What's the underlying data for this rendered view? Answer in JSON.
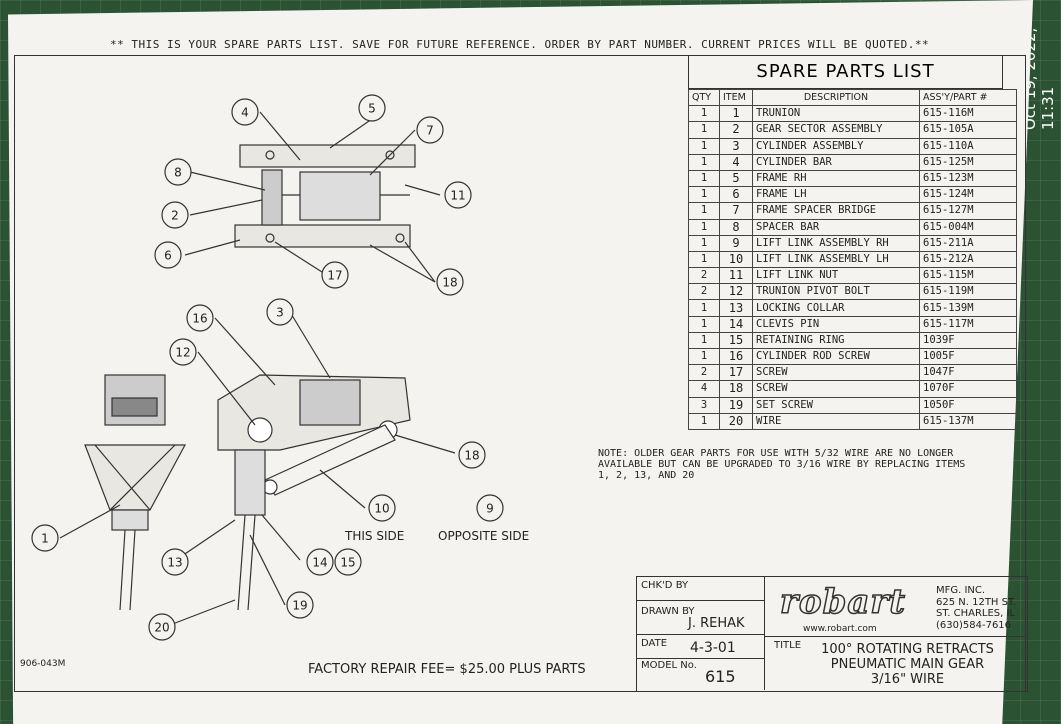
{
  "photo": {
    "timestamp": "Oct 19, 2022, 11:31"
  },
  "header": {
    "notice": "** THIS IS YOUR SPARE PARTS LIST. SAVE FOR FUTURE REFERENCE. ORDER BY PART NUMBER. CURRENT PRICES WILL BE QUOTED.**"
  },
  "parts_list": {
    "title": "SPARE PARTS LIST",
    "columns": [
      "QTY",
      "ITEM",
      "DESCRIPTION",
      "ASS'Y/PART #"
    ],
    "rows": [
      [
        "1",
        "1",
        "TRUNION",
        "615-116M"
      ],
      [
        "1",
        "2",
        "GEAR SECTOR ASSEMBLY",
        "615-105A"
      ],
      [
        "1",
        "3",
        "CYLINDER ASSEMBLY",
        "615-110A"
      ],
      [
        "1",
        "4",
        "CYLINDER BAR",
        "615-125M"
      ],
      [
        "1",
        "5",
        "FRAME RH",
        "615-123M"
      ],
      [
        "1",
        "6",
        "FRAME LH",
        "615-124M"
      ],
      [
        "1",
        "7",
        "FRAME SPACER BRIDGE",
        "615-127M"
      ],
      [
        "1",
        "8",
        "SPACER BAR",
        "615-004M"
      ],
      [
        "1",
        "9",
        "LIFT LINK ASSEMBLY RH",
        "615-211A"
      ],
      [
        "1",
        "10",
        "LIFT LINK ASSEMBLY LH",
        "615-212A"
      ],
      [
        "2",
        "11",
        "LIFT LINK NUT",
        "615-115M"
      ],
      [
        "2",
        "12",
        "TRUNION PIVOT BOLT",
        "615-119M"
      ],
      [
        "1",
        "13",
        "LOCKING COLLAR",
        "615-139M"
      ],
      [
        "1",
        "14",
        "CLEVIS PIN",
        "615-117M"
      ],
      [
        "1",
        "15",
        "RETAINING RING",
        "1039F"
      ],
      [
        "1",
        "16",
        "CYLINDER ROD SCREW",
        "1005F"
      ],
      [
        "2",
        "17",
        "SCREW",
        "1047F"
      ],
      [
        "4",
        "18",
        "SCREW",
        "1070F"
      ],
      [
        "3",
        "19",
        "SET SCREW",
        "1050F"
      ],
      [
        "1",
        "20",
        "WIRE",
        "615-137M"
      ]
    ]
  },
  "note": {
    "line1": "NOTE: OLDER GEAR PARTS FOR USE WITH 5/32 WIRE ARE NO LONGER",
    "line2": "AVAILABLE BUT CAN BE UPGRADED TO 3/16 WIRE BY REPLACING ITEMS",
    "line3": "1, 2, 13, AND 20"
  },
  "drawing": {
    "callouts": [
      "1",
      "2",
      "3",
      "4",
      "5",
      "6",
      "7",
      "8",
      "9",
      "10",
      "11",
      "12",
      "13",
      "14",
      "15",
      "16",
      "17",
      "18",
      "18",
      "19",
      "20"
    ],
    "this_side": "THIS SIDE",
    "opposite_side": "OPPOSITE SIDE"
  },
  "title_block": {
    "chkd_label": "CHK'D BY",
    "drawn_label": "DRAWN BY",
    "drawn_value": "J. REHAK",
    "date_label": "DATE",
    "date_value": "4-3-01",
    "model_label": "MODEL No.",
    "model_value": "615",
    "logo": "robart",
    "website": "www.robart.com",
    "company_line1": "MFG. INC.",
    "company_line2": "625 N. 12TH ST.",
    "company_line3": "ST. CHARLES, IL",
    "company_line4": "(630)584-7616",
    "title_label": "TITLE",
    "title_line1": "100° ROTATING RETRACTS",
    "title_line2": "PNEUMATIC MAIN GEAR",
    "title_line3": "3/16\" WIRE"
  },
  "footer": {
    "doc_number": "906-043M",
    "repair_fee": "FACTORY REPAIR FEE= $25.00 PLUS PARTS"
  }
}
